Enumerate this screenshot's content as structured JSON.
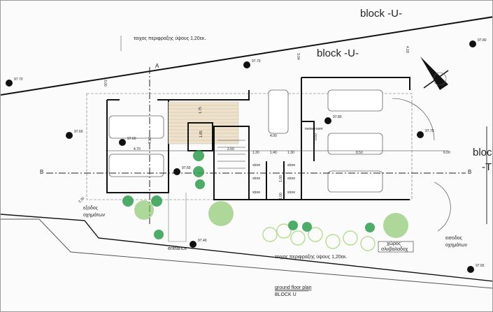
{
  "drawing": {
    "title": "ground floor plan",
    "subtitle": "BLOCK U",
    "block_labels": [
      "block -U-",
      "block -U-",
      "block",
      "-T"
    ],
    "fence_note_top": "τοιχος περιφραξης ύψους 1,20εκ.",
    "fence_note_bottom": "τοιχος περιφραξης ύψους 1,20εκ.",
    "section_marks": [
      "A",
      "B",
      "B"
    ],
    "levels": [
      "97.70",
      "97.70",
      "97.80",
      "97.60",
      "97.60",
      "97.60",
      "97.80",
      "97.75",
      "97.40",
      "97.65"
    ],
    "dimensions": [
      "3.00",
      "3.04",
      "4.18",
      "7.10",
      "4.70",
      "1.85",
      "1.75",
      "2.50",
      "1.30",
      "1.40",
      "1.30",
      "4.00",
      "0.60",
      "8.50",
      "6.00",
      "1.00",
      "1.00",
      "3.30"
    ],
    "rooms": {
      "meter_room": "meter room",
      "stores": [
        "store",
        "store",
        "store",
        "store",
        "store",
        "store"
      ]
    },
    "labels": {
      "exit_vehicles_line1": "εξοδος",
      "exit_vehicles_line2": "οχημάτων",
      "entrance": "entrance",
      "entry_vehicles_line1": "εισοδος",
      "entry_vehicles_line2": "οχημάτων",
      "bins_line1": "χώρος",
      "bins_line2": "σλυβαλαδοχ"
    },
    "colors": {
      "line": "#111111",
      "vegetation": "#2e9e4e",
      "shrubs": "#b5dd8f",
      "stair_fill": "#efe2cc"
    }
  }
}
